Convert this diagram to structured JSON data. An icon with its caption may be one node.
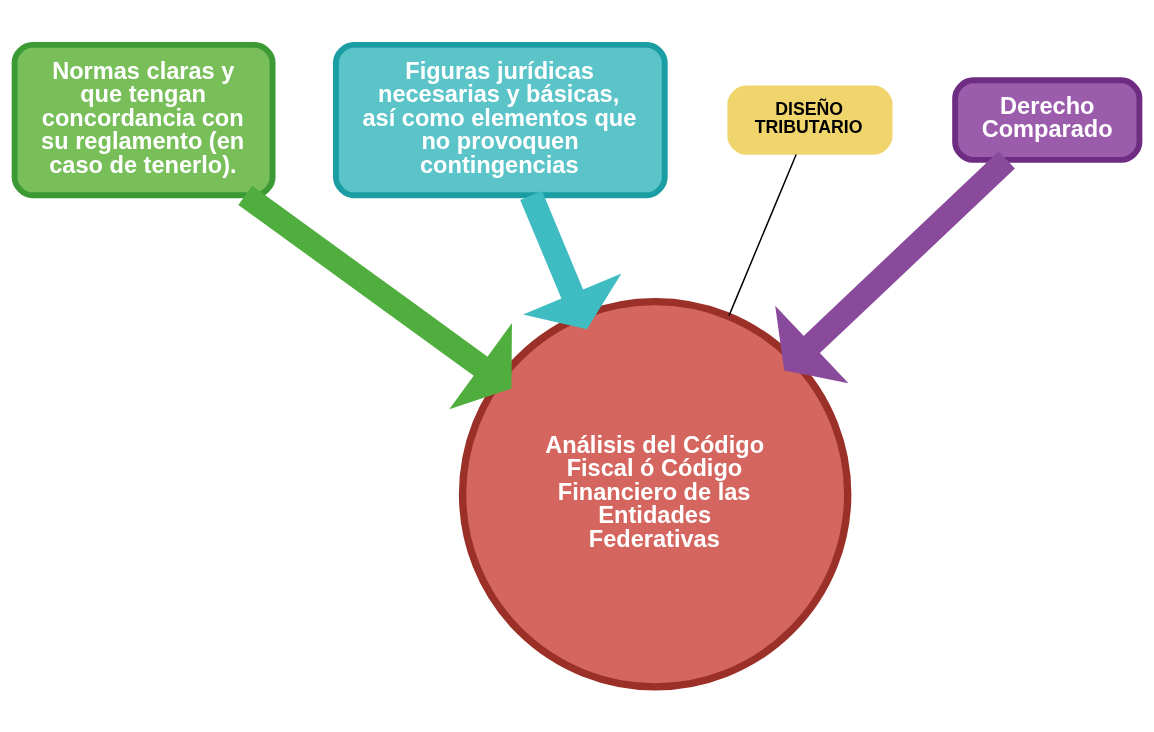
{
  "diagram": {
    "nodes": [
      {
        "text": [
          "Figuras jurídicas necesarias y básicas, así como elementos que no provoquen contingencias"
        ]
      },
      {
        "text": [
          "DISEÑO TRIBUTARIO"
        ]
      },
      {
        "text": [
          "Normas claras y que tengan concordancia con su reglamento (en caso de tenerlo)."
        ]
      },
      {
        "text": [
          "Derecho Comparado"
        ]
      },
      {
        "text": [
          "Análisis del Código Fiscal ó Código Financiero de las Entidades Federativas"
        ]
      }
    ],
    "edges": [
      {
        "from": 2,
        "to": 4,
        "arrow": "to",
        "color": "#4fae3e"
      },
      {
        "from": 0,
        "to": 4,
        "arrow": "to",
        "color": "#3fbcc2"
      },
      {
        "from": 3,
        "to": 4,
        "arrow": "to",
        "color": "#8a4a9c"
      },
      {
        "from": 1,
        "to": 4,
        "arrow": "none",
        "color": "#000000"
      }
    ]
  }
}
